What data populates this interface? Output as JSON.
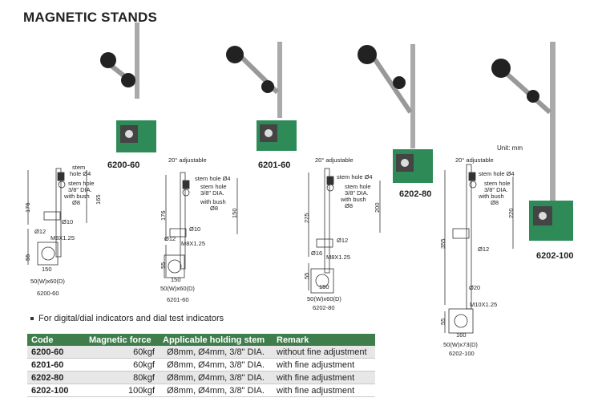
{
  "title": "MAGNETIC STANDS",
  "note": "For digital/dial indicators and dial test indicators",
  "unit": "Unit: mm",
  "models": [
    "6200-60",
    "6201-60",
    "6202-80",
    "6202-100"
  ],
  "labels": {
    "adjustable": "20° adjustable",
    "stem_hole": "stem hole Ø4",
    "stem_hole_a": "stem",
    "stem_hole_b": "hole Ø4",
    "stem_hole_dia_a": "stem  hole",
    "stem_hole_dia_b": "3/8\" DIA.",
    "with_bush": "with bush",
    "d8": "Ø8",
    "d10": "Ø10",
    "d12": "Ø12",
    "d16": "Ø16",
    "d20": "Ø20",
    "m8": "M8X1.25",
    "m10": "M10X1.25",
    "r150": "150",
    "r160": "160",
    "base60": "50(W)x60(D)",
    "base73": "50(W)x73(D)"
  },
  "dims": {
    "d176": "176",
    "d165": "165",
    "d150": "150",
    "d55": "55",
    "d225": "225",
    "d200": "200",
    "d355": "355",
    "d220": "220"
  },
  "table": {
    "headers": [
      "Code",
      "Magnetic force",
      "Applicable holding stem",
      "Remark"
    ],
    "rows": [
      [
        "6200-60",
        "60kgf",
        "Ø8mm, Ø4mm, 3/8\" DIA.",
        "without fine adjustment"
      ],
      [
        "6201-60",
        "60kgf",
        "Ø8mm, Ø4mm, 3/8\" DIA.",
        "with fine adjustment"
      ],
      [
        "6202-80",
        "80kgf",
        "Ø8mm, Ø4mm, 3/8\" DIA.",
        "with fine adjustment"
      ],
      [
        "6202-100",
        "100kgf",
        "Ø8mm, Ø4mm, 3/8\" DIA.",
        "with fine adjustment"
      ]
    ]
  },
  "colors": {
    "green": "#2e8b57",
    "header": "#3f7d4c"
  }
}
